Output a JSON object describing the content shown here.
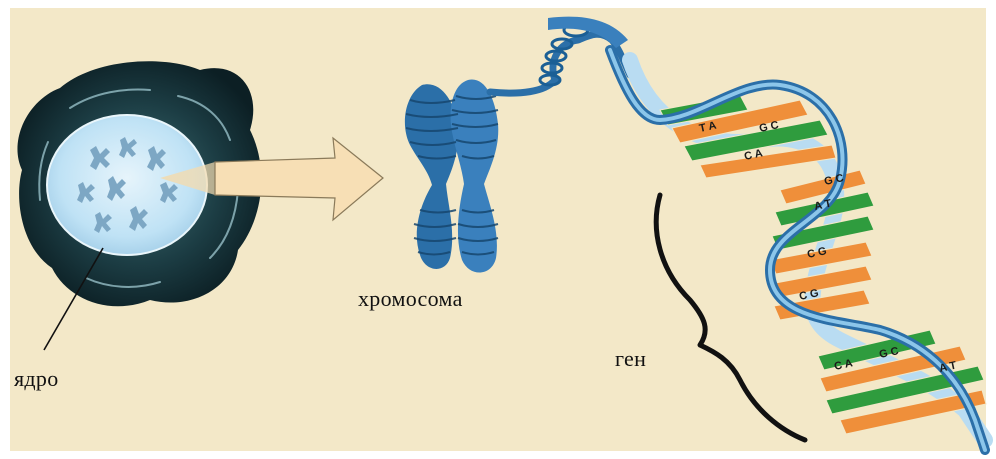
{
  "labels": {
    "nucleus": "ядро",
    "chromosome": "хромосома",
    "gene": "ген"
  },
  "bases": {
    "ta": "T A",
    "gc": "G C",
    "ca": "C A",
    "at": "A T",
    "cg": "C G"
  },
  "colors": {
    "background": "#f3e8c8",
    "cell_dark": "#163038",
    "nucleus_fill": "#c5e6f7",
    "chromosome_blue": "#2b6fa8",
    "arrow_fill": "#f7dfb5",
    "strand_light": "#b9dcf2",
    "base_green": "#2f9c3e",
    "base_orange": "#ef8f3a",
    "gene_brace": "#111111"
  }
}
